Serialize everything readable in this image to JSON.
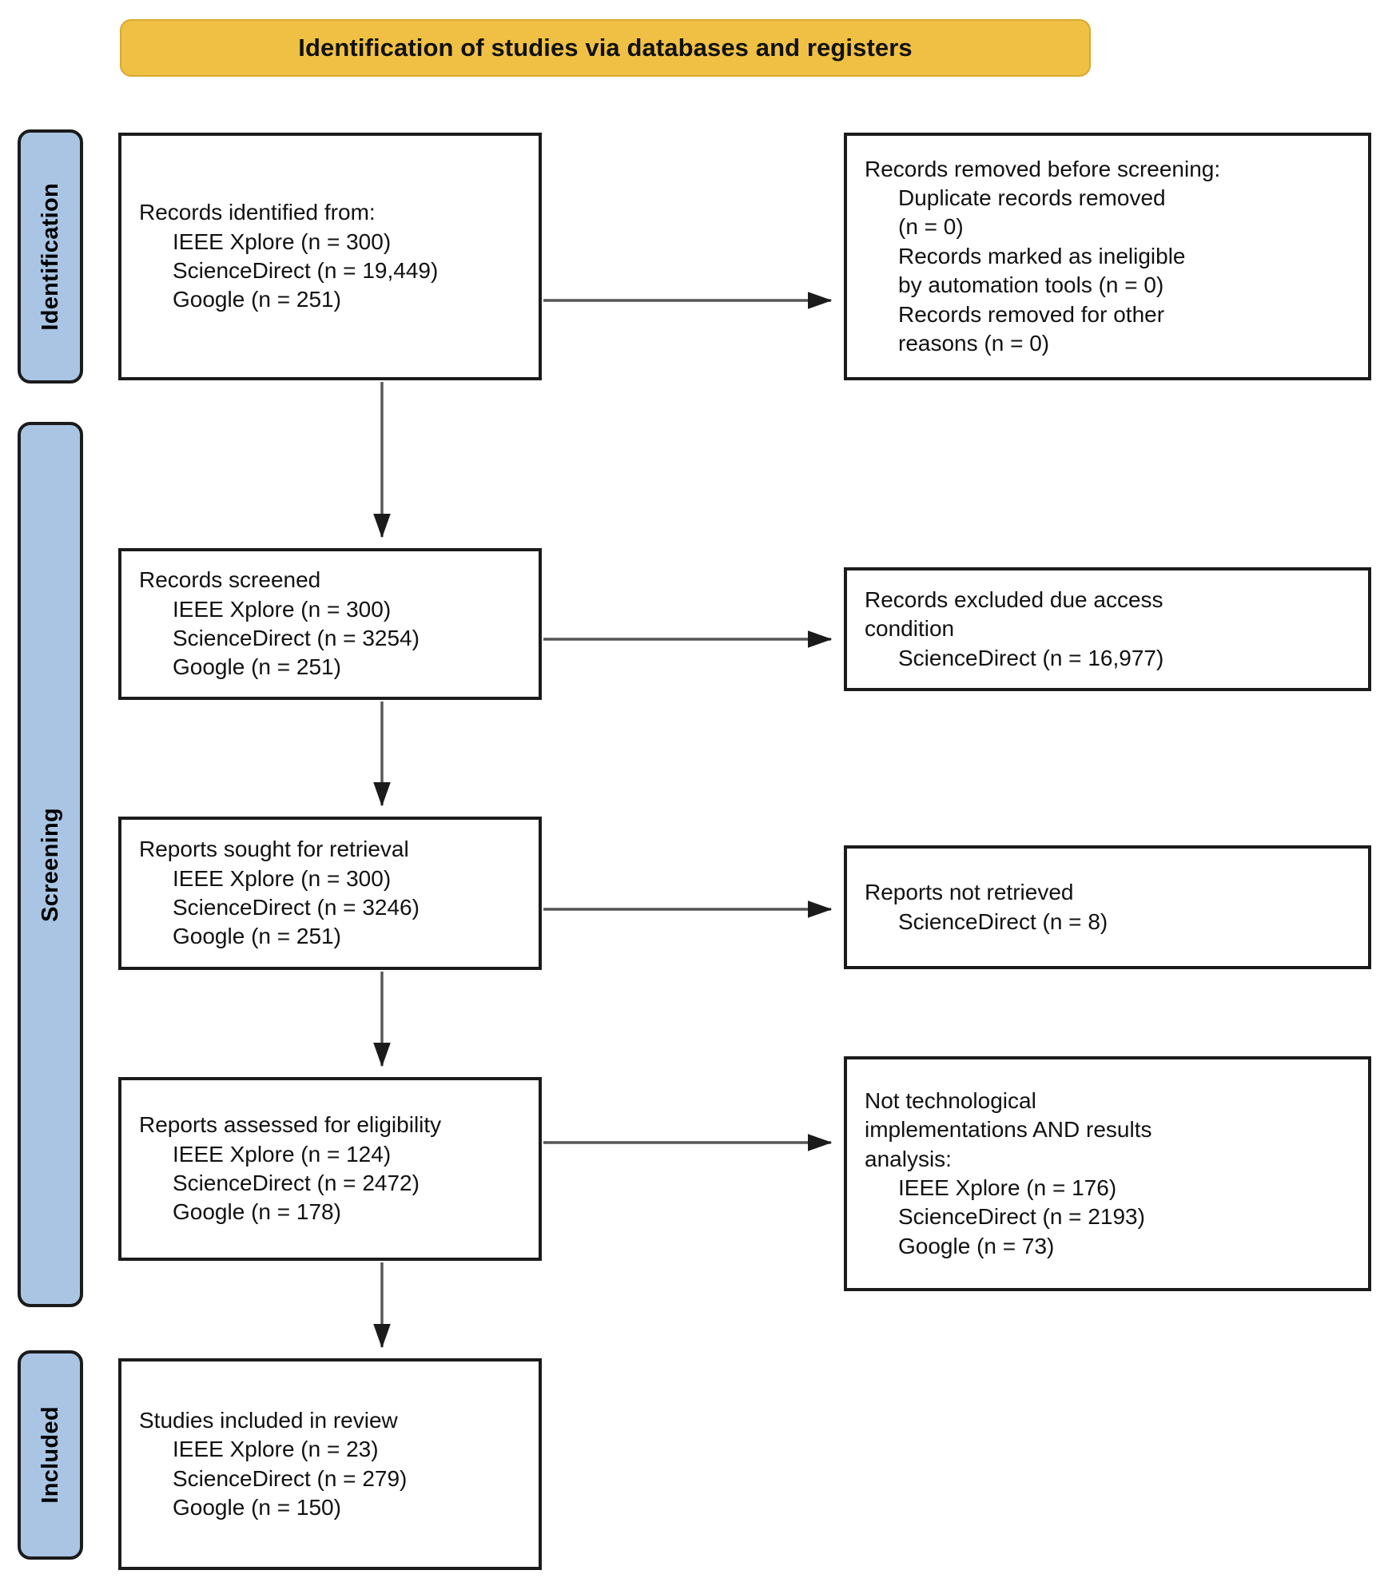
{
  "header": {
    "title": "Identification of studies via databases and registers",
    "background_color": "#EFC043"
  },
  "stages": {
    "identification": "Identification",
    "screening": "Screening",
    "included": "Included",
    "background_color": "#A9C5E3"
  },
  "boxes": {
    "identified": {
      "title": "Records identified from:",
      "lines": [
        "IEEE Xplore (n = 300)",
        "ScienceDirect (n = 19,449)",
        "Google (n = 251)"
      ]
    },
    "removed": {
      "title": "Records removed ",
      "title_italic": "before screening",
      "title_tail": ":",
      "lines": [
        "Duplicate records removed",
        "(n = 0)",
        "Records marked as ineligible",
        "by automation tools (n = 0)",
        "Records removed for other",
        "reasons (n = 0)"
      ]
    },
    "screened": {
      "title": "Records screened",
      "lines": [
        "IEEE Xplore (n = 300)",
        "ScienceDirect (n = 3254)",
        "Google (n = 251)"
      ]
    },
    "excluded": {
      "title": "Records excluded due access",
      "subtitle": "condition",
      "lines": [
        "ScienceDirect (n = 16,977)"
      ]
    },
    "sought": {
      "title": "Reports sought for retrieval",
      "lines": [
        "IEEE Xplore (n = 300)",
        "ScienceDirect (n = 3246)",
        "Google (n = 251)"
      ]
    },
    "not_retrieved": {
      "title": "Reports not retrieved",
      "lines": [
        "ScienceDirect (n = 8)"
      ]
    },
    "assessed": {
      "title": "Reports assessed for eligibility",
      "lines": [
        "IEEE Xplore (n = 124)",
        "ScienceDirect (n = 2472)",
        "Google (n = 178)"
      ]
    },
    "not_technological": {
      "title": "Not technological",
      "line2": "implementations AND results",
      "line3": "analysis:",
      "lines": [
        "IEEE Xplore (n = 176)",
        "ScienceDirect (n = 2193)",
        "Google (n = 73)"
      ]
    },
    "included": {
      "title": "Studies included in review",
      "lines": [
        "IEEE Xplore (n = 23)",
        "ScienceDirect (n = 279)",
        "Google (n = 150)"
      ]
    }
  },
  "chart_data": {
    "type": "diagram",
    "title": "Identification of studies via databases and registers",
    "flow": "PRISMA 2020 flow diagram",
    "stages": [
      "Identification",
      "Screening",
      "Included"
    ],
    "sources": [
      "IEEE Xplore",
      "ScienceDirect",
      "Google"
    ],
    "steps": [
      {
        "step": "Records identified from",
        "IEEE Xplore": 300,
        "ScienceDirect": 19449,
        "Google": 251
      },
      {
        "step": "Records removed before screening: Duplicate records removed",
        "total": 0
      },
      {
        "step": "Records marked as ineligible by automation tools",
        "total": 0
      },
      {
        "step": "Records removed for other reasons",
        "total": 0
      },
      {
        "step": "Records screened",
        "IEEE Xplore": 300,
        "ScienceDirect": 3254,
        "Google": 251
      },
      {
        "step": "Records excluded due access condition",
        "ScienceDirect": 16977
      },
      {
        "step": "Reports sought for retrieval",
        "IEEE Xplore": 300,
        "ScienceDirect": 3246,
        "Google": 251
      },
      {
        "step": "Reports not retrieved",
        "ScienceDirect": 8
      },
      {
        "step": "Reports assessed for eligibility",
        "IEEE Xplore": 124,
        "ScienceDirect": 2472,
        "Google": 178
      },
      {
        "step": "Not technological implementations AND results analysis",
        "IEEE Xplore": 176,
        "ScienceDirect": 2193,
        "Google": 73
      },
      {
        "step": "Studies included in review",
        "IEEE Xplore": 23,
        "ScienceDirect": 279,
        "Google": 150
      }
    ]
  }
}
